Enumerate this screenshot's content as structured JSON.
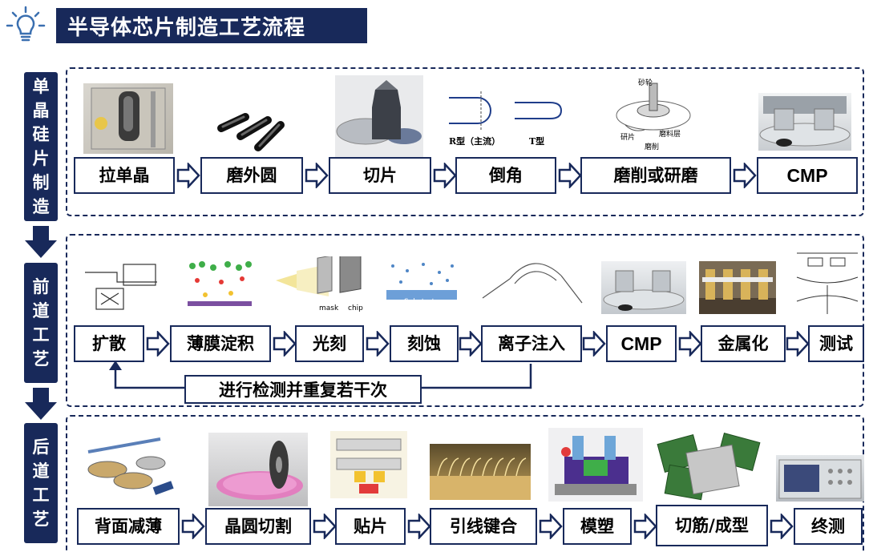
{
  "title": "半导体芯片制造工艺流程",
  "icons": [
    "lightbulb-icon",
    "down-arrow-icon",
    "right-arrow-icon"
  ],
  "colors": {
    "navy": "#18295a",
    "white": "#ffffff"
  },
  "stages": [
    {
      "label": [
        "单",
        "晶",
        "硅",
        "片",
        "制",
        "造"
      ],
      "steps": [
        "拉单晶",
        "磨外圆",
        "切片",
        "倒角",
        "磨削或研磨",
        "CMP"
      ],
      "photo_labels": {
        "r_type": "R型（主流）",
        "t_type": "T型",
        "grind_1": "砂轮",
        "grind_2": "磨料层",
        "grind_3": "研片",
        "grind_4": "磨削"
      }
    },
    {
      "label": [
        "前",
        "道",
        "工",
        "艺"
      ],
      "steps": [
        "扩散",
        "薄膜淀积",
        "光刻",
        "刻蚀",
        "离子注入",
        "CMP",
        "金属化",
        "测试"
      ],
      "loop_label": "进行检测并重复若干次",
      "photo_labels": {
        "mask": "mask",
        "chip": "chip",
        "substrate": "Substrate"
      }
    },
    {
      "label": [
        "后",
        "道",
        "工",
        "艺"
      ],
      "steps": [
        "背面减薄",
        "晶圆切割",
        "贴片",
        "引线键合",
        "模塑",
        "切筋/成型",
        "终测"
      ]
    }
  ]
}
